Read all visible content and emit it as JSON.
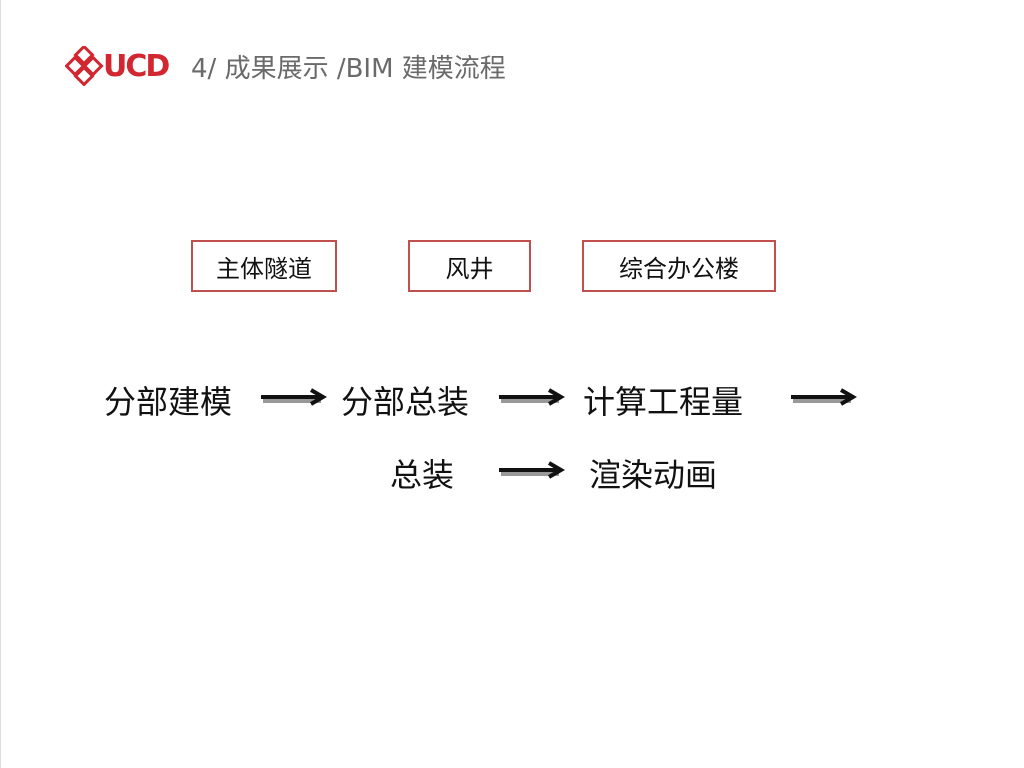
{
  "header": {
    "logo_text": "UCD",
    "title": "4/ 成果展示 /BIM 建模流程"
  },
  "categories": [
    "主体隧道",
    "风井",
    "综合办公楼"
  ],
  "flow": {
    "row1": [
      "分部建模",
      "分部总装",
      "计算工程量"
    ],
    "row2": [
      "总装",
      "渲染动画"
    ]
  },
  "colors": {
    "accent": "#c0504d",
    "logo": "#d22630",
    "title": "#6a6a6a"
  }
}
